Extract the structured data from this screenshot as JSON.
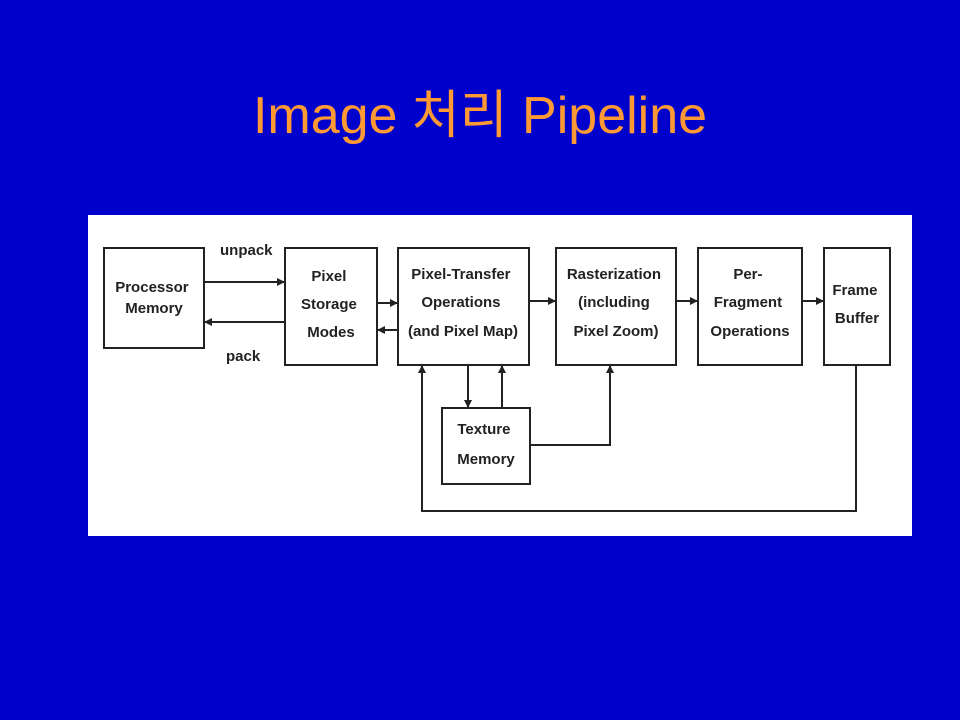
{
  "slide": {
    "title": "Image 처리 Pipeline"
  },
  "diagram": {
    "nodes": {
      "processor_memory": [
        "Processor",
        "Memory"
      ],
      "pixel_storage_modes": [
        "Pixel",
        "Storage",
        "Modes"
      ],
      "pixel_transfer": [
        "Pixel-Transfer",
        "Operations",
        "(and Pixel Map)"
      ],
      "rasterization": [
        "Rasterization",
        "(including",
        "Pixel Zoom)"
      ],
      "per_fragment": [
        "Per-",
        "Fragment",
        "Operations"
      ],
      "frame_buffer": [
        "Frame",
        "Buffer"
      ],
      "texture_memory": [
        "Texture",
        "Memory"
      ]
    },
    "edge_labels": {
      "unpack": "unpack",
      "pack": "pack"
    }
  }
}
